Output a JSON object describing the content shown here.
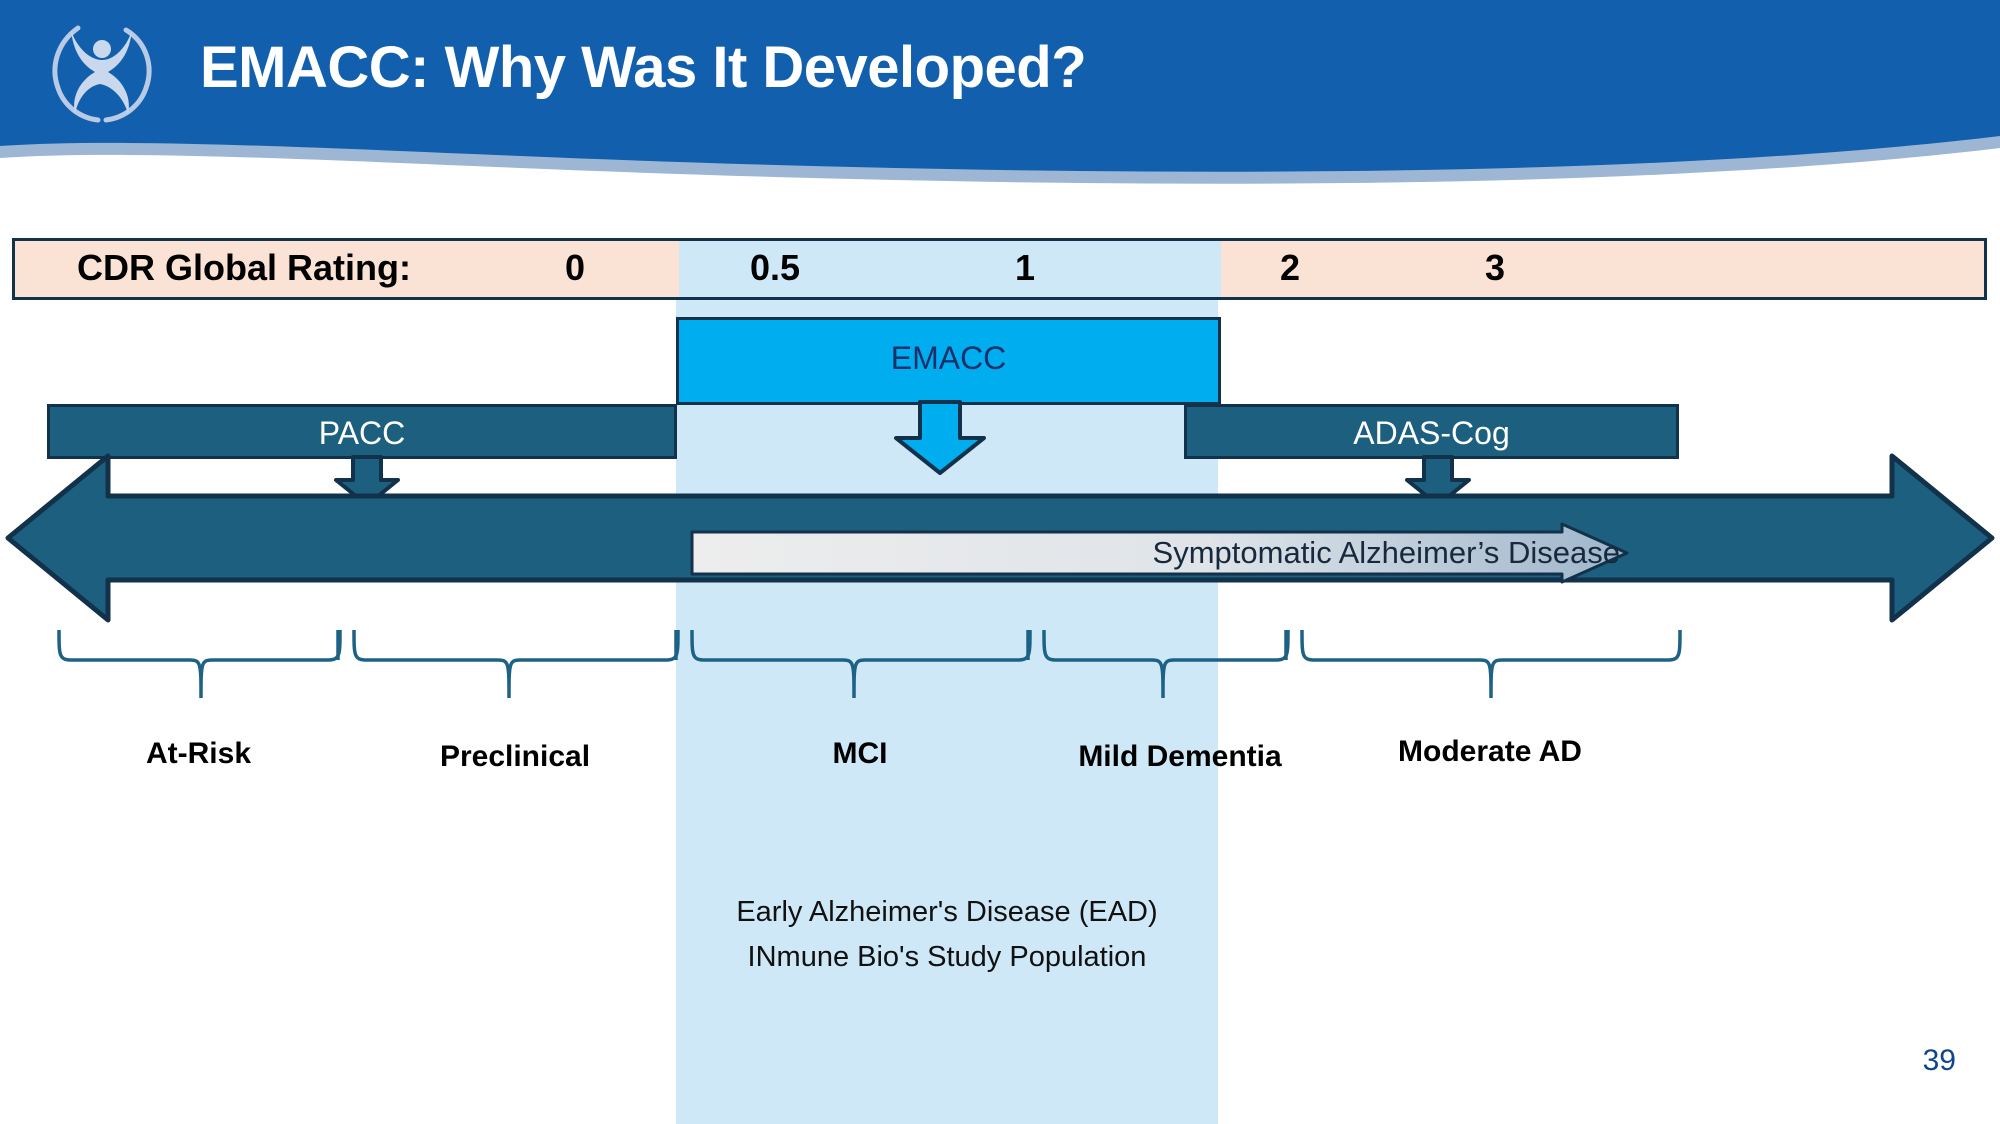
{
  "header": {
    "title": "EMACC: Why Was It Developed?",
    "logo_name": "inmune-bio-figure-logo",
    "bg_color": "#1260ad",
    "wave_shadow_color": "#9db6d4"
  },
  "cdr": {
    "label": "CDR Global Rating:",
    "values": [
      "0",
      "0.5",
      "1",
      "2",
      "3"
    ],
    "band_color": "#fae2d5",
    "highlight_color": "#cfe8f8",
    "border_color": "#12314a"
  },
  "instruments": {
    "emacc": {
      "label": "EMACC",
      "color": "#00aeef",
      "text_color": "#1b2f6b"
    },
    "pacc": {
      "label": "PACC",
      "color": "#1d5f7f",
      "text_color": "#ffffff"
    },
    "adas": {
      "label": "ADAS-Cog",
      "color": "#1d5f7f",
      "text_color": "#ffffff"
    }
  },
  "spectrum": {
    "symptomatic_label": "Symptomatic Alzheimer’s Disease",
    "arrow_color": "#1d5f7f",
    "inner_gradient_from": "#ededed",
    "inner_gradient_to": "#9fb6cb"
  },
  "stages": [
    {
      "label": "At-Risk"
    },
    {
      "label": "Preclinical"
    },
    {
      "label": "MCI"
    },
    {
      "label": "Mild Dementia"
    },
    {
      "label": "Moderate AD"
    }
  ],
  "ead": {
    "line1": "Early Alzheimer's Disease (EAD)",
    "line2": "INmune Bio's Study Population",
    "band_color": "#cfe8f8"
  },
  "footer": {
    "slide_number": "39",
    "color": "#10448c"
  }
}
